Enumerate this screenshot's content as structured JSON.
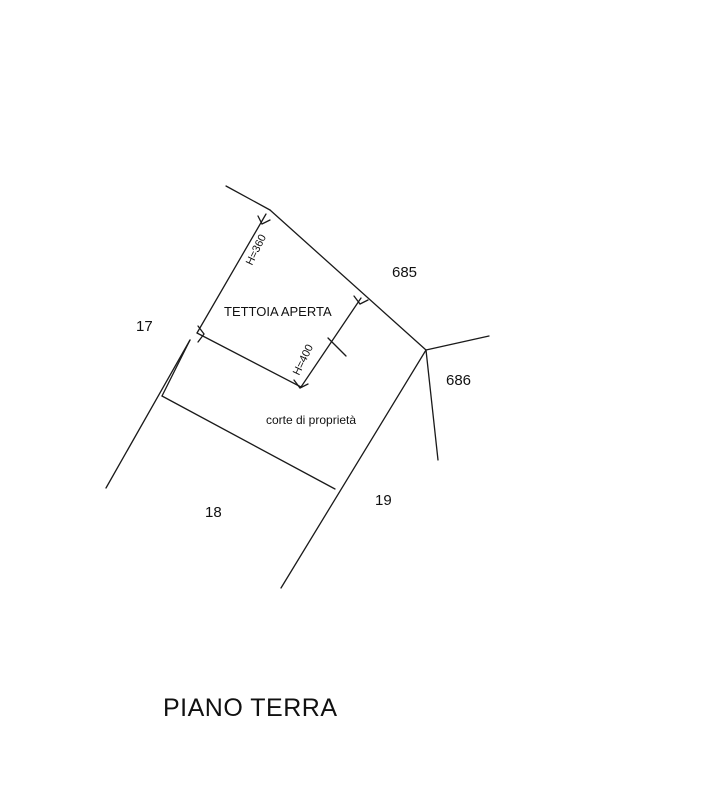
{
  "labels": {
    "parcel_17": "17",
    "parcel_18": "18",
    "parcel_19": "19",
    "parcel_685": "685",
    "parcel_686": "686",
    "roof": "TETTOIA APERTA",
    "courtyard": "corte di proprietà",
    "height_1": "H=360",
    "height_2": "H=400",
    "floor_title": "PIANO TERRA"
  }
}
